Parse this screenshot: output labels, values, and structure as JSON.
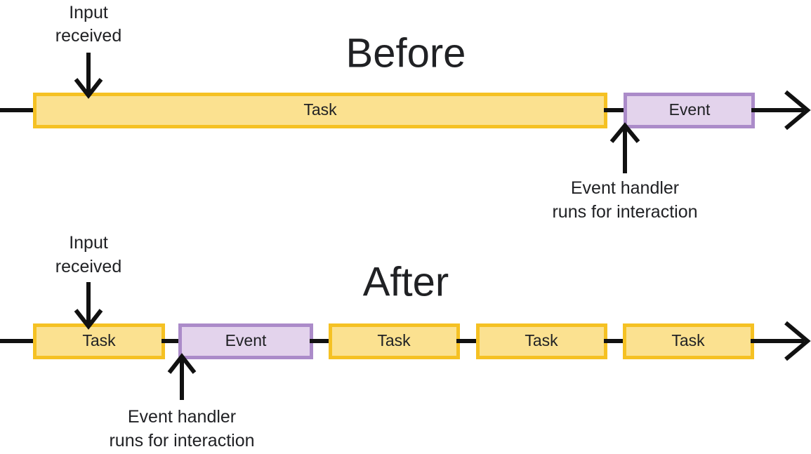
{
  "figure": {
    "background": "#ffffff",
    "colors": {
      "task_fill": "#fbe190",
      "task_border": "#f5c123",
      "event_fill": "#e3d3ec",
      "event_border": "#ab8bc9",
      "line": "#111111",
      "text": "#202124"
    }
  },
  "before": {
    "title": "Before",
    "input_label_line1": "Input",
    "input_label_line2": "received",
    "task_label": "Task",
    "event_label": "Event",
    "handler_label_line1": "Event handler",
    "handler_label_line2": "runs for interaction"
  },
  "after": {
    "title": "After",
    "input_label_line1": "Input",
    "input_label_line2": "received",
    "task_label_1": "Task",
    "event_label": "Event",
    "task_label_2": "Task",
    "task_label_3": "Task",
    "task_label_4": "Task",
    "handler_label_line1": "Event handler",
    "handler_label_line2": "runs for interaction"
  }
}
